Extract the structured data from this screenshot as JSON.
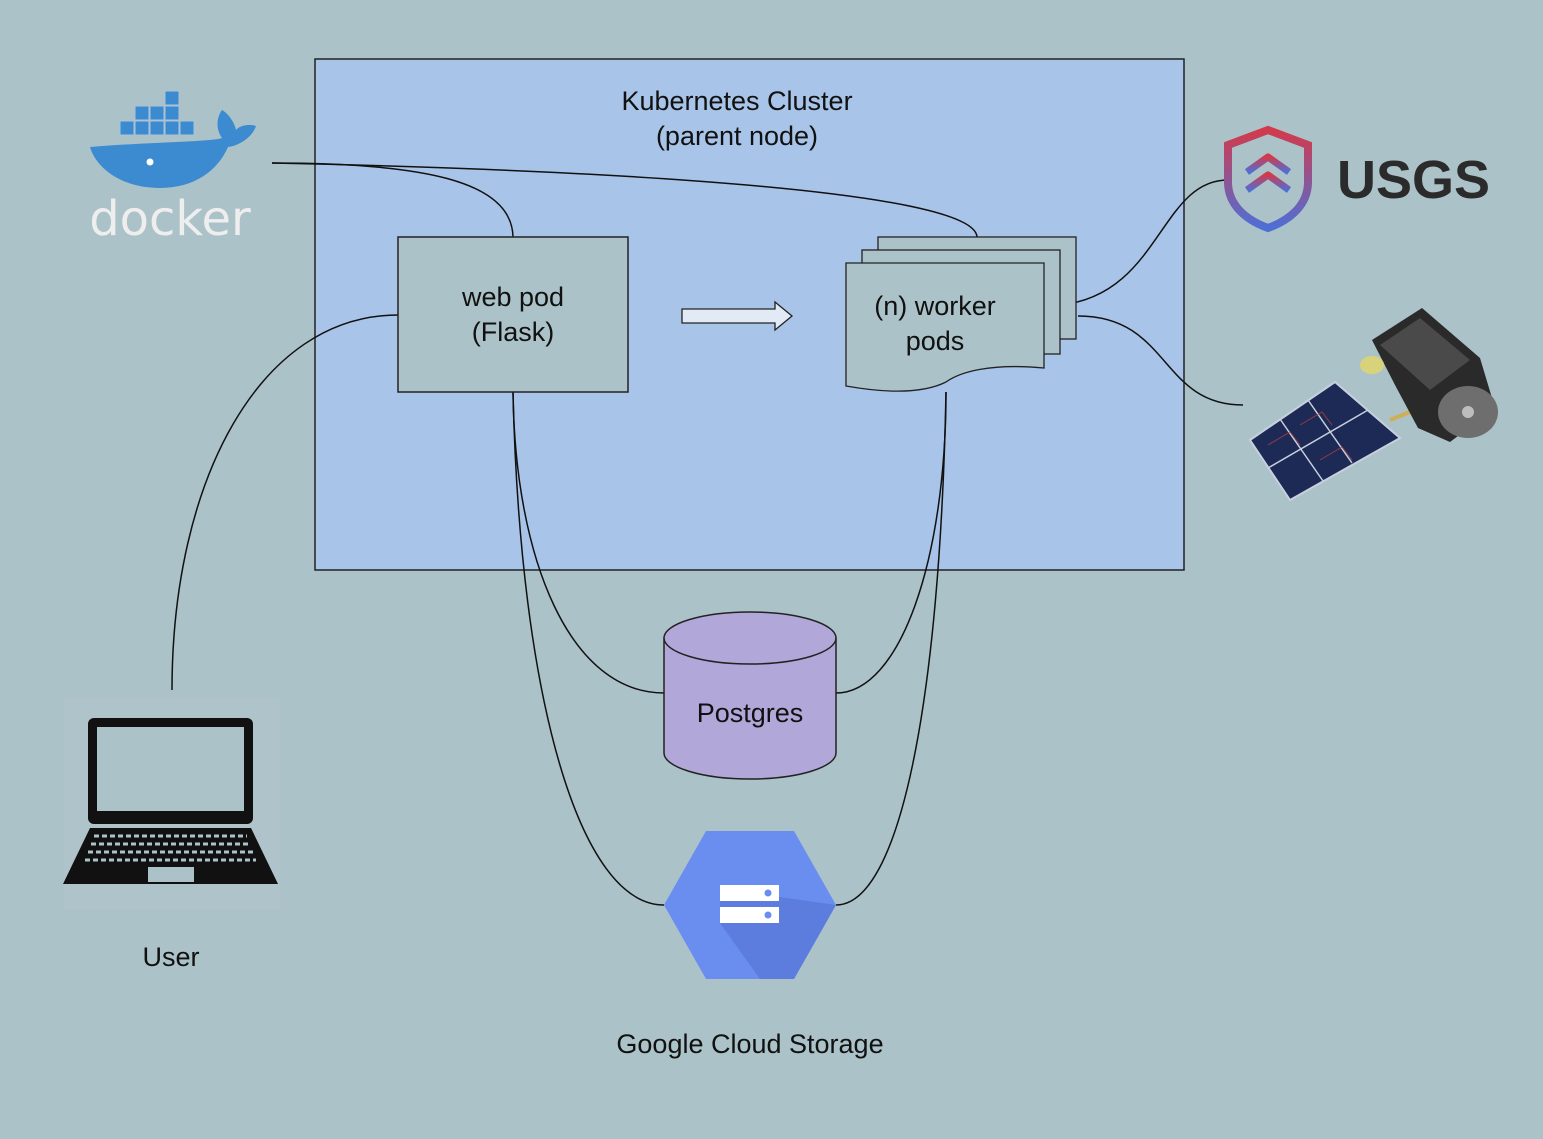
{
  "diagram": {
    "cluster": {
      "title_line1": "Kubernetes Cluster",
      "title_line2": "(parent node)"
    },
    "web_pod": {
      "line1": "web pod",
      "line2": "(Flask)"
    },
    "worker_pods": {
      "line1": "(n) worker",
      "line2": "pods"
    },
    "postgres": {
      "label": "Postgres"
    },
    "storage": {
      "label": "Google Cloud Storage"
    },
    "user": {
      "label": "User"
    },
    "docker": {
      "logo_text": "docker"
    },
    "usgs": {
      "logo_text": "USGS"
    }
  },
  "colors": {
    "background": "#abc2c8",
    "cluster_fill": "#a8c4e8",
    "pod_fill": "#abc2c8",
    "postgres_fill": "#b1a7d8",
    "gcs_blue": "#6a8df0",
    "docker_blue": "#3c8bd0",
    "usgs_red": "#d23a4c",
    "usgs_text": "#2b2b2b"
  },
  "icons": [
    "docker-logo",
    "usgs-logo",
    "satellite-icon",
    "laptop-icon",
    "cloud-storage-icon",
    "database-icon",
    "arrow-right-icon"
  ]
}
